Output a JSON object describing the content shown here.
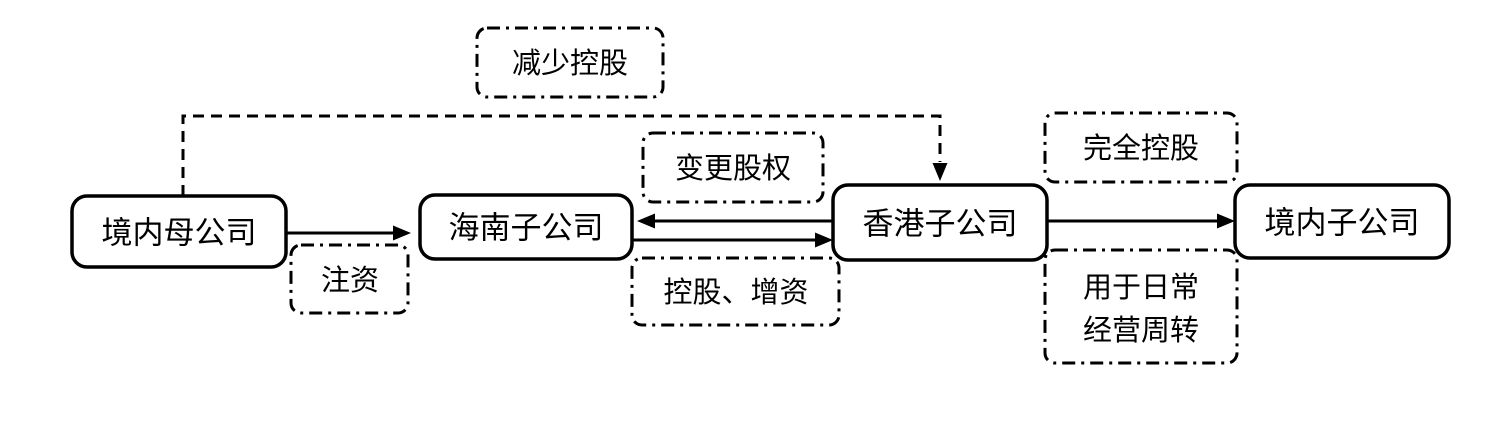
{
  "diagram": {
    "background_color": "#ffffff",
    "line_color": "#000000",
    "nodes": [
      {
        "label": "境内母公司"
      },
      {
        "label": "海南子公司"
      },
      {
        "label": "香港子公司"
      },
      {
        "label": "境内子公司"
      }
    ],
    "flow_labels": [
      {
        "text": "减少控股"
      },
      {
        "text": "注资"
      },
      {
        "text": "变更股权"
      },
      {
        "text": "控股、增资"
      },
      {
        "text": "完全控股"
      },
      {
        "line1": "用于日常",
        "line2": "经营周转"
      }
    ]
  }
}
